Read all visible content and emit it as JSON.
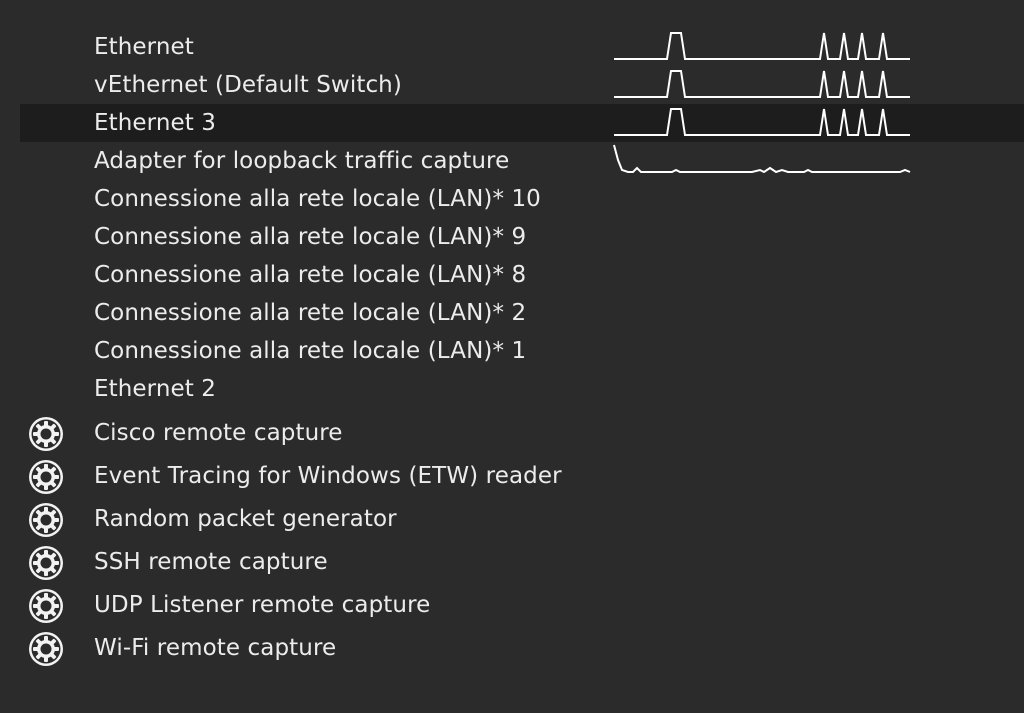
{
  "interfaces": [
    {
      "name": "Ethernet",
      "selected": false,
      "traffic": "spikes"
    },
    {
      "name": "vEthernet (Default Switch)",
      "selected": false,
      "traffic": "spikes"
    },
    {
      "name": "Ethernet 3",
      "selected": true,
      "traffic": "spikes"
    },
    {
      "name": "Adapter for loopback traffic capture",
      "selected": false,
      "traffic": "low"
    },
    {
      "name": "Connessione alla rete locale (LAN)* 10",
      "selected": false,
      "traffic": "none"
    },
    {
      "name": "Connessione alla rete locale (LAN)* 9",
      "selected": false,
      "traffic": "none"
    },
    {
      "name": "Connessione alla rete locale (LAN)* 8",
      "selected": false,
      "traffic": "none"
    },
    {
      "name": "Connessione alla rete locale (LAN)* 2",
      "selected": false,
      "traffic": "none"
    },
    {
      "name": "Connessione alla rete locale (LAN)* 1",
      "selected": false,
      "traffic": "none"
    },
    {
      "name": "Ethernet 2",
      "selected": false,
      "traffic": "none"
    }
  ],
  "extcap_interfaces": [
    {
      "name": "Cisco remote capture",
      "icon": "gear-icon"
    },
    {
      "name": "Event Tracing for Windows (ETW) reader",
      "icon": "gear-icon"
    },
    {
      "name": "Random packet generator",
      "icon": "gear-icon"
    },
    {
      "name": "SSH remote capture",
      "icon": "gear-icon"
    },
    {
      "name": "UDP Listener remote capture",
      "icon": "gear-icon"
    },
    {
      "name": "Wi-Fi remote capture",
      "icon": "gear-icon"
    }
  ],
  "colors": {
    "background": "#2b2b2b",
    "selected_row": "#1d1d1d",
    "text": "#ececec",
    "sparkline": "#ffffff"
  }
}
